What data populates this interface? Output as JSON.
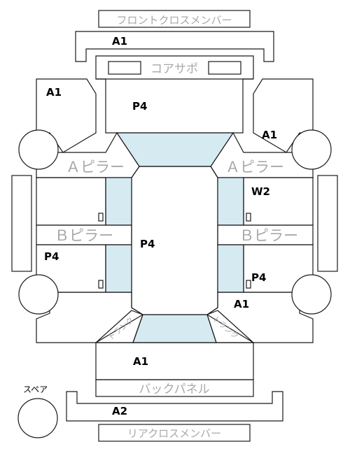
{
  "diagram": {
    "parts": {
      "front_cross_member": "フロントクロスメンバー",
      "core_support": "コアサポ",
      "a_pillar_left": "Ａピラー",
      "a_pillar_right": "Ａピラー",
      "b_pillar_left": "Ｂピラー",
      "b_pillar_right": "Ｂピラー",
      "back_panel": "バックパネル",
      "rear_cross_member": "リアクロスメンバー",
      "spare": "スペア",
      "trunk_left": "トランク",
      "trunk_right": "トランク"
    },
    "codes": {
      "front_member": "A1",
      "front_left_fender": "A1",
      "hood": "P4",
      "front_right_fender": "A1",
      "right_front_door": "W2",
      "roof": "P4",
      "left_rear_door": "P4",
      "right_rear_door": "P4",
      "right_rear_fender": "A1",
      "trunk_lid": "A1",
      "rear_member": "A2"
    },
    "colors": {
      "glass": "#d6eaf1",
      "outline": "#1a1a1a",
      "label_gray": "#a8a8a8"
    }
  }
}
